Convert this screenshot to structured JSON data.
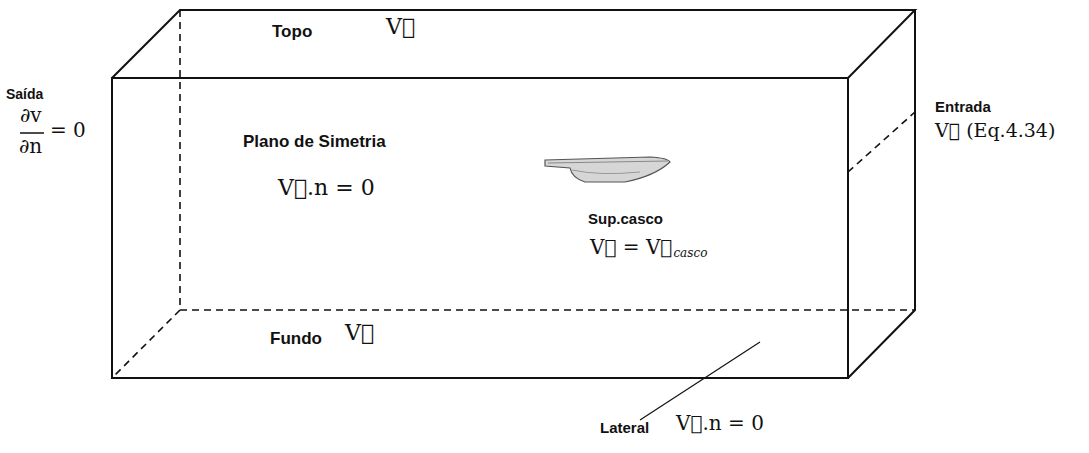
{
  "diagram": {
    "labels": [
      "Topo",
      "V⃗",
      "Saída",
      "∂v",
      "∂n",
      "= 0",
      "Plano de Simetria",
      "V⃗.n = 0",
      "Sup.casco",
      "V⃗ = V⃗",
      "casco",
      "Entrada",
      "V⃗ (Eq.4.34)",
      "Fundo",
      "V⃗",
      "Lateral",
      "V⃗.n = 0"
    ]
  }
}
